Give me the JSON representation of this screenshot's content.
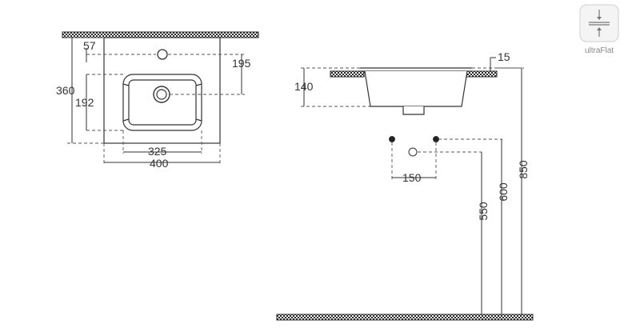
{
  "plan_view": {
    "dims": {
      "tap_offset": "57",
      "tap_to_bowl": "195",
      "overall_depth": "360",
      "bowl_depth": "192",
      "bowl_width": "325",
      "overall_width": "400"
    }
  },
  "side_view": {
    "dims": {
      "rim_thickness": "15",
      "basin_height": "140"
    }
  },
  "installation": {
    "dims": {
      "water_spacing": "150",
      "overall_height": "850",
      "water_height": "600",
      "drain_height": "550"
    }
  },
  "badge": {
    "label": "ultraFlat",
    "icon": "ultraflat-compress-icon"
  },
  "colors": {
    "line": "#333333",
    "leader": "#555555",
    "hatch": "#2a2a2a",
    "badge_bg": "#f4f4f4",
    "badge_border": "#cfcfcf",
    "badge_text": "#8a8a8a"
  }
}
